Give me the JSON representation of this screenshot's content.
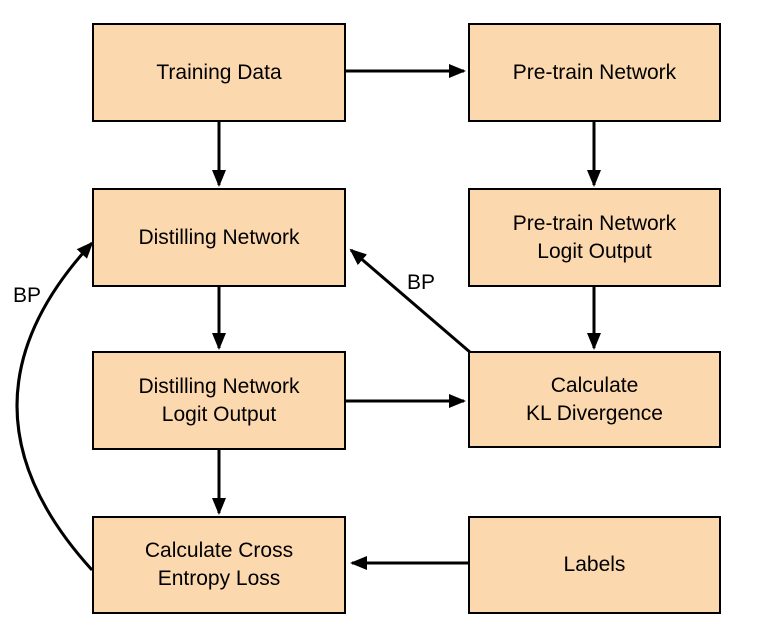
{
  "diagram": {
    "type": "flowchart",
    "colors": {
      "node_fill": "#FCD8AF",
      "node_border": "#000000",
      "arrow": "#000000",
      "background": "#FFFFFF",
      "text": "#000000"
    },
    "nodes": [
      {
        "id": "training-data",
        "label": "Training Data"
      },
      {
        "id": "pretrain-network",
        "label": "Pre-train Network"
      },
      {
        "id": "distilling-network",
        "label": "Distilling Network"
      },
      {
        "id": "pretrain-logit-output",
        "label": "Pre-train Network\nLogit Output"
      },
      {
        "id": "distilling-logit-output",
        "label": "Distilling Network\nLogit Output"
      },
      {
        "id": "calculate-kl-divergence",
        "label": "Calculate\nKL Divergence"
      },
      {
        "id": "calculate-cross-entropy",
        "label": "Calculate Cross\nEntropy Loss"
      },
      {
        "id": "labels",
        "label": "Labels"
      }
    ],
    "edge_labels": [
      {
        "id": "bp-left",
        "label": "BP"
      },
      {
        "id": "bp-right",
        "label": "BP"
      }
    ],
    "edges": [
      {
        "from": "Training Data",
        "to": "Pre-train Network",
        "label": ""
      },
      {
        "from": "Training Data",
        "to": "Distilling Network",
        "label": ""
      },
      {
        "from": "Pre-train Network",
        "to": "Pre-train Network Logit Output",
        "label": ""
      },
      {
        "from": "Distilling Network",
        "to": "Distilling Network Logit Output",
        "label": ""
      },
      {
        "from": "Pre-train Network Logit Output",
        "to": "Calculate KL Divergence",
        "label": ""
      },
      {
        "from": "Distilling Network Logit Output",
        "to": "Calculate KL Divergence",
        "label": ""
      },
      {
        "from": "Distilling Network Logit Output",
        "to": "Calculate Cross Entropy Loss",
        "label": ""
      },
      {
        "from": "Labels",
        "to": "Calculate Cross Entropy Loss",
        "label": ""
      },
      {
        "from": "Calculate KL Divergence",
        "to": "Distilling Network",
        "label": "BP"
      },
      {
        "from": "Calculate Cross Entropy Loss",
        "to": "Distilling Network",
        "label": "BP"
      }
    ]
  }
}
